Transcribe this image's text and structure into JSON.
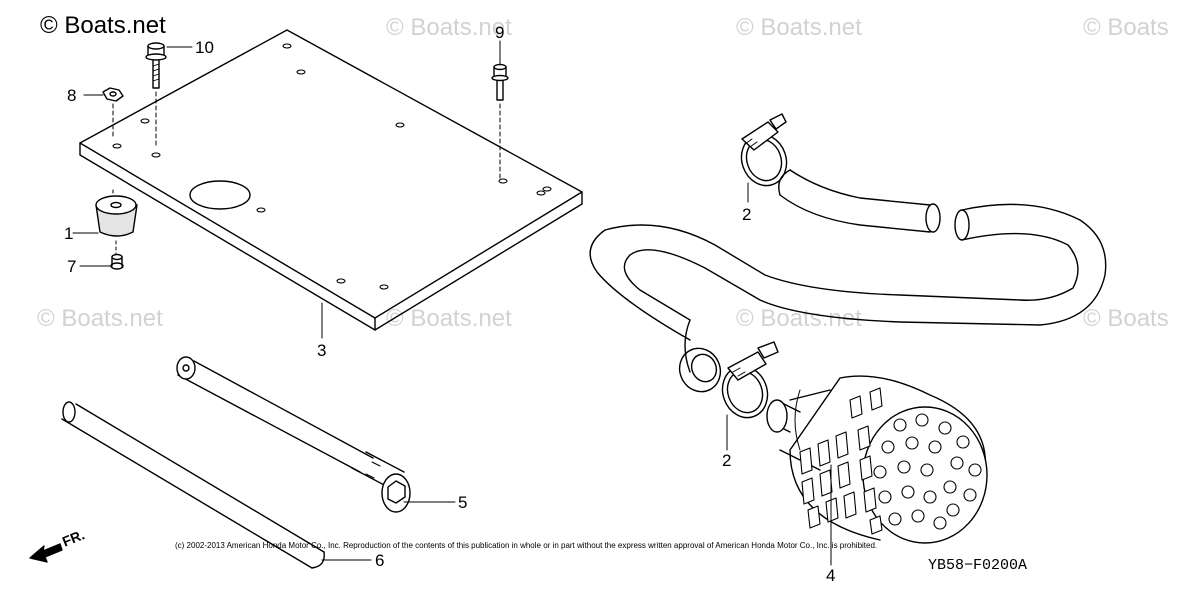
{
  "watermarks": [
    "© Boats.net",
    "© Boats.net",
    "© Boats.net",
    "© Boats",
    "© Boats.net",
    "© Boats.net",
    "© Boats.net",
    "© Boats"
  ],
  "callouts": {
    "c1": "1",
    "c2a": "2",
    "c2b": "2",
    "c3": "3",
    "c4": "4",
    "c5": "5",
    "c6": "6",
    "c7": "7",
    "c8": "8",
    "c9": "9",
    "c10": "10"
  },
  "copyright": "(c) 2002-2013 American Honda Motor Co., Inc. Reproduction of the contents of this publication in whole or in part without the express written approval of American Honda Motor Co., Inc. is prohibited.",
  "figure_code": "YB58−F0200A",
  "front_label": "FR.",
  "colors": {
    "line": "#000000",
    "watermark": "#d2d2d2"
  }
}
